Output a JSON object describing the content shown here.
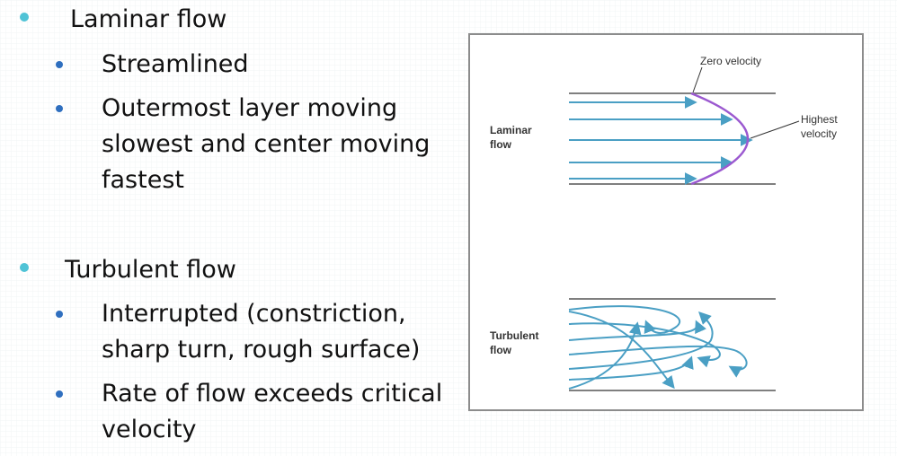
{
  "bullets": [
    {
      "heading": "Laminar flow",
      "items": [
        "Streamlined",
        "Outermost layer moving slowest and center moving fastest"
      ]
    },
    {
      "heading": "Turbulent flow",
      "items": [
        "Interrupted (constriction, sharp turn, rough surface)",
        "Rate of flow exceeds critical velocity"
      ]
    }
  ],
  "figure": {
    "laminar_label_line1": "Laminar",
    "laminar_label_line2": "flow",
    "zero_velocity": "Zero velocity",
    "highest_line1": "Highest",
    "highest_line2": "velocity",
    "turbulent_label_line1": "Turbulent",
    "turbulent_label_line2": "flow"
  },
  "colors": {
    "arrow": "#4a9fc4",
    "profile": "#9b59d0",
    "bullet_primary": "#4fc3d6",
    "bullet_secondary": "#2f6fbf"
  }
}
